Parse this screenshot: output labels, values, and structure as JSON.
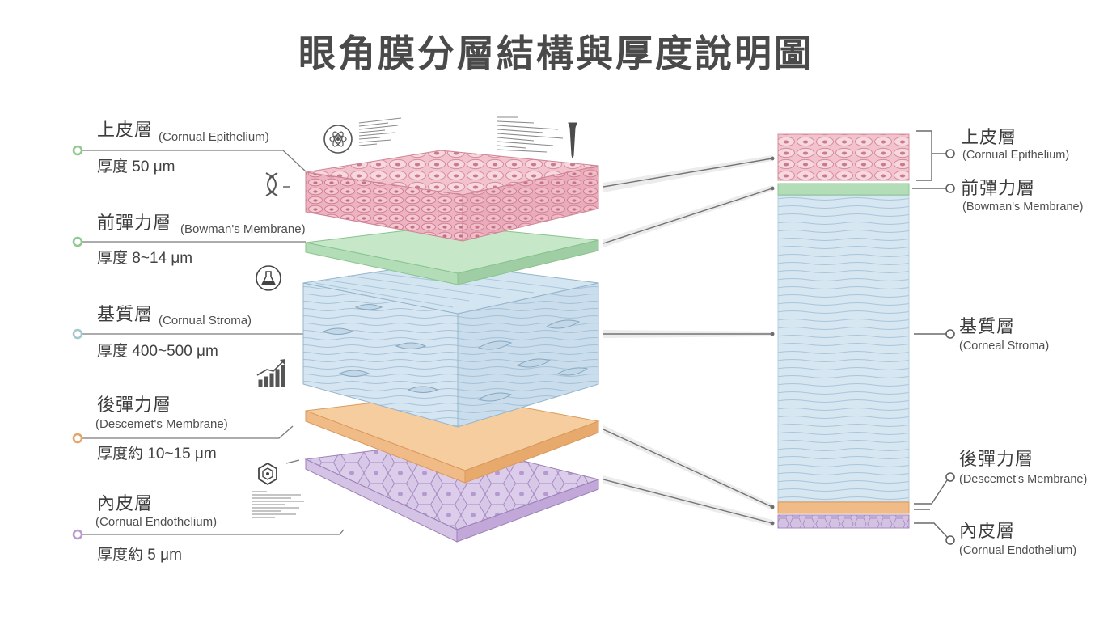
{
  "title": "眼角膜分層結構與厚度說明圖",
  "left_labels": [
    {
      "name": "上皮層",
      "en": "(Cornual Epithelium)",
      "thickness": "厚度 50 μm",
      "color": "#8fc98f"
    },
    {
      "name": "前彈力層",
      "en": "(Bowman's Membrane)",
      "thickness": "厚度 8~14 μm",
      "color": "#8fc98f"
    },
    {
      "name": "基質層",
      "en": "(Cornual Stroma)",
      "thickness": "厚度 400~500 μm",
      "color": "#a3c9cf"
    },
    {
      "name": "後彈力層",
      "en": "(Descemet's Membrane)",
      "thickness": "厚度約 10~15 μm",
      "color": "#e3a56d"
    },
    {
      "name": "內皮層",
      "en": "(Cornual Endothelium)",
      "thickness": "厚度約 5 μm",
      "color": "#bb9bcb"
    }
  ],
  "right_labels": [
    {
      "name": "上皮層",
      "en": "(Cornual Epithelium)"
    },
    {
      "name": "前彈力層",
      "en": "(Bowman's Membrane)"
    },
    {
      "name": "基質層",
      "en": "(Corneal Stroma)"
    },
    {
      "name": "後彈力層",
      "en": "(Descemet's Membrane)"
    },
    {
      "name": "內皮層",
      "en": "(Cornual Endothelium)"
    }
  ],
  "layer_colors": {
    "epithelium": "#f4c6d0",
    "bowman": "#b3ddb7",
    "stroma": "#d3e5f1",
    "descemet": "#f1bb87",
    "endothelium": "#d5c3e5"
  },
  "icons": [
    "atom-icon",
    "dna-icon",
    "flask-icon",
    "bar-chart-icon",
    "hexagon-icon",
    "pin-icon"
  ]
}
